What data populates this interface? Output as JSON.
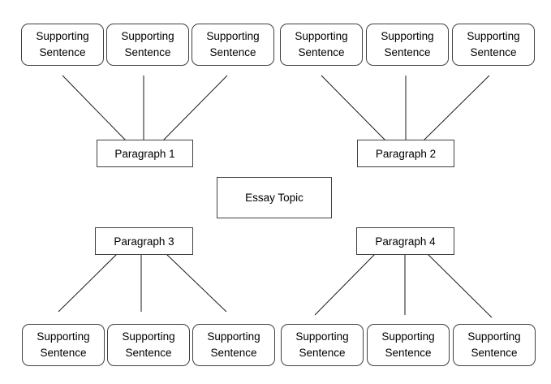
{
  "topic": "Essay Topic",
  "paragraphs": [
    {
      "label": "Paragraph 1",
      "supports": [
        {
          "line1": "Supporting",
          "line2": "Sentence"
        },
        {
          "line1": "Supporting",
          "line2": "Sentence"
        },
        {
          "line1": "Supporting",
          "line2": "Sentence"
        }
      ]
    },
    {
      "label": "Paragraph 2",
      "supports": [
        {
          "line1": "Supporting",
          "line2": "Sentence"
        },
        {
          "line1": "Supporting",
          "line2": "Sentence"
        },
        {
          "line1": "Supporting",
          "line2": "Sentence"
        }
      ]
    },
    {
      "label": "Paragraph 3",
      "supports": [
        {
          "line1": "Supporting",
          "line2": "Sentence"
        },
        {
          "line1": "Supporting",
          "line2": "Sentence"
        },
        {
          "line1": "Supporting",
          "line2": "Sentence"
        }
      ]
    },
    {
      "label": "Paragraph 4",
      "supports": [
        {
          "line1": "Supporting",
          "line2": "Sentence"
        },
        {
          "line1": "Supporting",
          "line2": "Sentence"
        },
        {
          "line1": "Supporting",
          "line2": "Sentence"
        }
      ]
    }
  ]
}
